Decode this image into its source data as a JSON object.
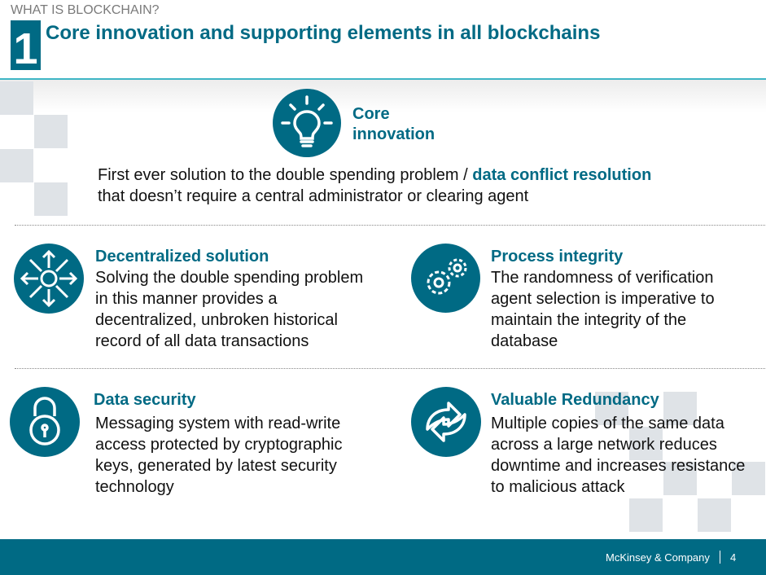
{
  "header": {
    "kicker": "WHAT IS BLOCKCHAIN?",
    "number": "1",
    "title": "Core innovation and supporting elements in all blockchains"
  },
  "core": {
    "heading_line1": "Core",
    "heading_line2": "innovation",
    "icon": "lightbulb-icon",
    "text_1": "First ever solution to the double spending problem / ",
    "text_bold": "data conflict resolution",
    "text_2": " that doesn’t require a central administrator or clearing agent"
  },
  "elements": [
    {
      "title": "Decentralized solution",
      "body": "Solving the double spending problem in this manner provides a decentralized, unbroken historical record of all data transactions",
      "icon": "decentralized-arrows-icon"
    },
    {
      "title": "Process integrity",
      "body": "The randomness of verification agent selection is imperative to maintain the integrity of the database",
      "icon": "gears-icon"
    },
    {
      "title": "Data security",
      "body": "Messaging system with read-write access protected by cryptographic keys, generated by latest security technology",
      "icon": "padlock-icon"
    },
    {
      "title": "Valuable Redundancy",
      "body": "Multiple copies of the same data across a large network reduces downtime and increases resistance to malicious attack",
      "icon": "refresh-arrows-icon"
    }
  ],
  "footer": {
    "brand": "McKinsey & Company",
    "page": "4"
  },
  "colors": {
    "accent": "#006a84",
    "rule": "#3fb6c5",
    "square": "#dfe3e7"
  }
}
